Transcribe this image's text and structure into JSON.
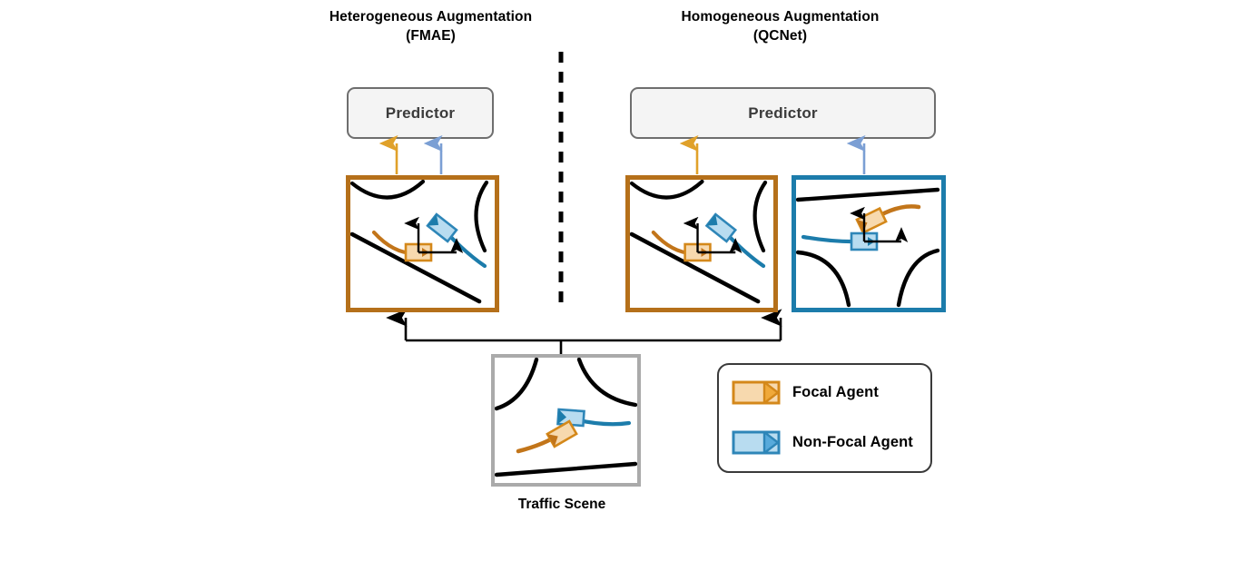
{
  "figure": {
    "columns": [
      {
        "id": "heterogeneous",
        "title_line1": "Heterogeneous Augmentation",
        "title_line2": "(FMAE)"
      },
      {
        "id": "homogeneous",
        "title_line1": "Homogeneous Augmentation",
        "title_line2": "(QCNet)"
      }
    ],
    "predictor_left": {
      "label": "Predictor"
    },
    "predictor_right": {
      "label": "Predictor"
    },
    "traffic_scene": {
      "caption": "Traffic Scene"
    },
    "divider": {
      "name": "vertical-dashed-divider",
      "color": "#000000"
    }
  },
  "legend": {
    "items": [
      {
        "label": "Focal Agent",
        "fill": "#f7d9ae",
        "stroke": "#d4881a"
      },
      {
        "label": "Non-Focal Agent",
        "fill": "#b8dcf0",
        "stroke": "#2e86b8"
      }
    ]
  },
  "colors": {
    "focal_agent": "#d4881a",
    "focal_agent_fill": "#f7d9ae",
    "focal_trajectory": "#c2751a",
    "non_focal_agent": "#2e86b8",
    "non_focal_agent_fill": "#b8dcf0",
    "non_focal_trajectory": "#1c7cab",
    "panel_border_orange": "#b5701a",
    "panel_border_blue": "#1c7cab",
    "panel_border_gray": "#aaaaaa",
    "arrow_orange": "#e0a12a",
    "arrow_blue": "#7b9fd4",
    "lane_marking": "#000000",
    "predictor_fill": "#f4f4f4",
    "predictor_border": "#6e6e6e"
  },
  "panels": {
    "heterogeneous_scene": {
      "name": "heterogeneous-augmented-scene",
      "focal": "orange",
      "centered_agent": "focal"
    },
    "homogeneous_scene_focal": {
      "name": "homogeneous-scene-focal-centric",
      "centered_agent": "focal"
    },
    "homogeneous_scene_nonfocal": {
      "name": "homogeneous-scene-nonfocal-centric",
      "centered_agent": "non-focal"
    },
    "base_scene": {
      "name": "base-traffic-scene"
    }
  }
}
